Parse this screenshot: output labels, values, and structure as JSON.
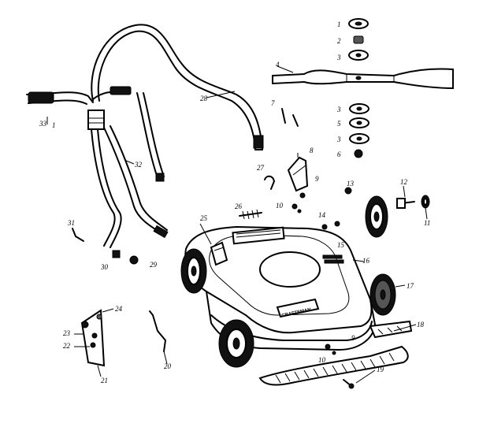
{
  "diagram": {
    "brand_text": "CRAFTSMAN",
    "part_labels": [
      "1",
      "2",
      "3",
      "4",
      "3",
      "5",
      "3",
      "6",
      "7",
      "8",
      "9",
      "10",
      "12",
      "13",
      "11",
      "14",
      "15",
      "16",
      "17",
      "18",
      "9",
      "10",
      "19",
      "20",
      "21",
      "22",
      "23",
      "24",
      "25",
      "26",
      "27",
      "28",
      "29",
      "30",
      "31",
      "32",
      "33"
    ],
    "stray_mark": "1"
  },
  "colors": {
    "ink": "#000000",
    "paper": "#ffffff"
  }
}
